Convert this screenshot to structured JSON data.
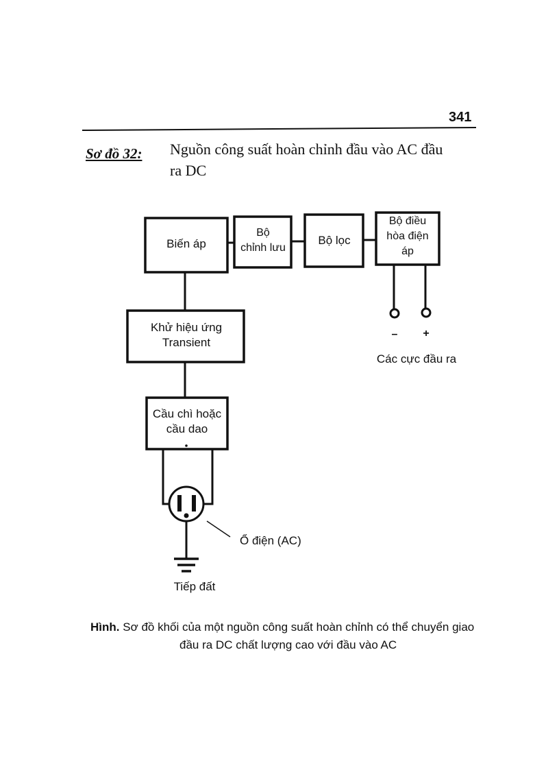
{
  "page": {
    "number": "341"
  },
  "heading": {
    "label": "Sơ đồ 32:",
    "title": "Nguồn công suất hoàn chỉnh đầu vào AC đầu ra DC"
  },
  "diagram": {
    "blocks": {
      "transformer": [
        "Biến áp"
      ],
      "rectifier": [
        "Bộ",
        "chỉnh lưu"
      ],
      "filter": [
        "Bộ lọc"
      ],
      "regulator": [
        "Bộ điều",
        "hòa điện",
        "áp"
      ],
      "transient": [
        "Khử hiệu ứng",
        "Transient"
      ],
      "fuse": [
        "Cầu chì hoặc",
        "cầu dao"
      ]
    },
    "terminals": {
      "minus": "–",
      "plus": "+",
      "label": "Các cực đầu ra"
    },
    "outlet_label": "Ổ điện (AC)",
    "ground_label": "Tiếp đất"
  },
  "caption": {
    "lead": "Hình.",
    "line1": "Sơ đồ khối của một nguồn công suất hoàn chỉnh có thể chuyển giao",
    "line2": "đầu ra DC chất lượng cao với đầu vào AC"
  }
}
